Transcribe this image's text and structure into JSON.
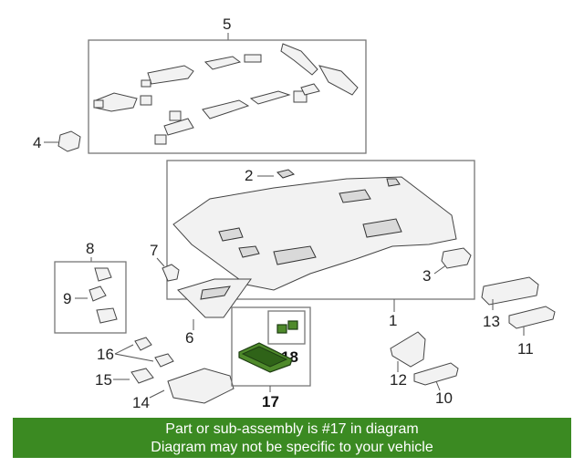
{
  "callouts": {
    "c1": "1",
    "c2": "2",
    "c3": "3",
    "c4": "4",
    "c5": "5",
    "c6": "6",
    "c7": "7",
    "c8": "8",
    "c9": "9",
    "c10": "10",
    "c11": "11",
    "c12": "12",
    "c13": "13",
    "c14": "14",
    "c15": "15",
    "c16": "16",
    "c17": "17",
    "c18": "18"
  },
  "highlight_color": "#3b8a22",
  "banner": {
    "line1": "Part or sub-assembly is #17 in diagram",
    "line2": "Diagram may not be specific to your vehicle"
  }
}
